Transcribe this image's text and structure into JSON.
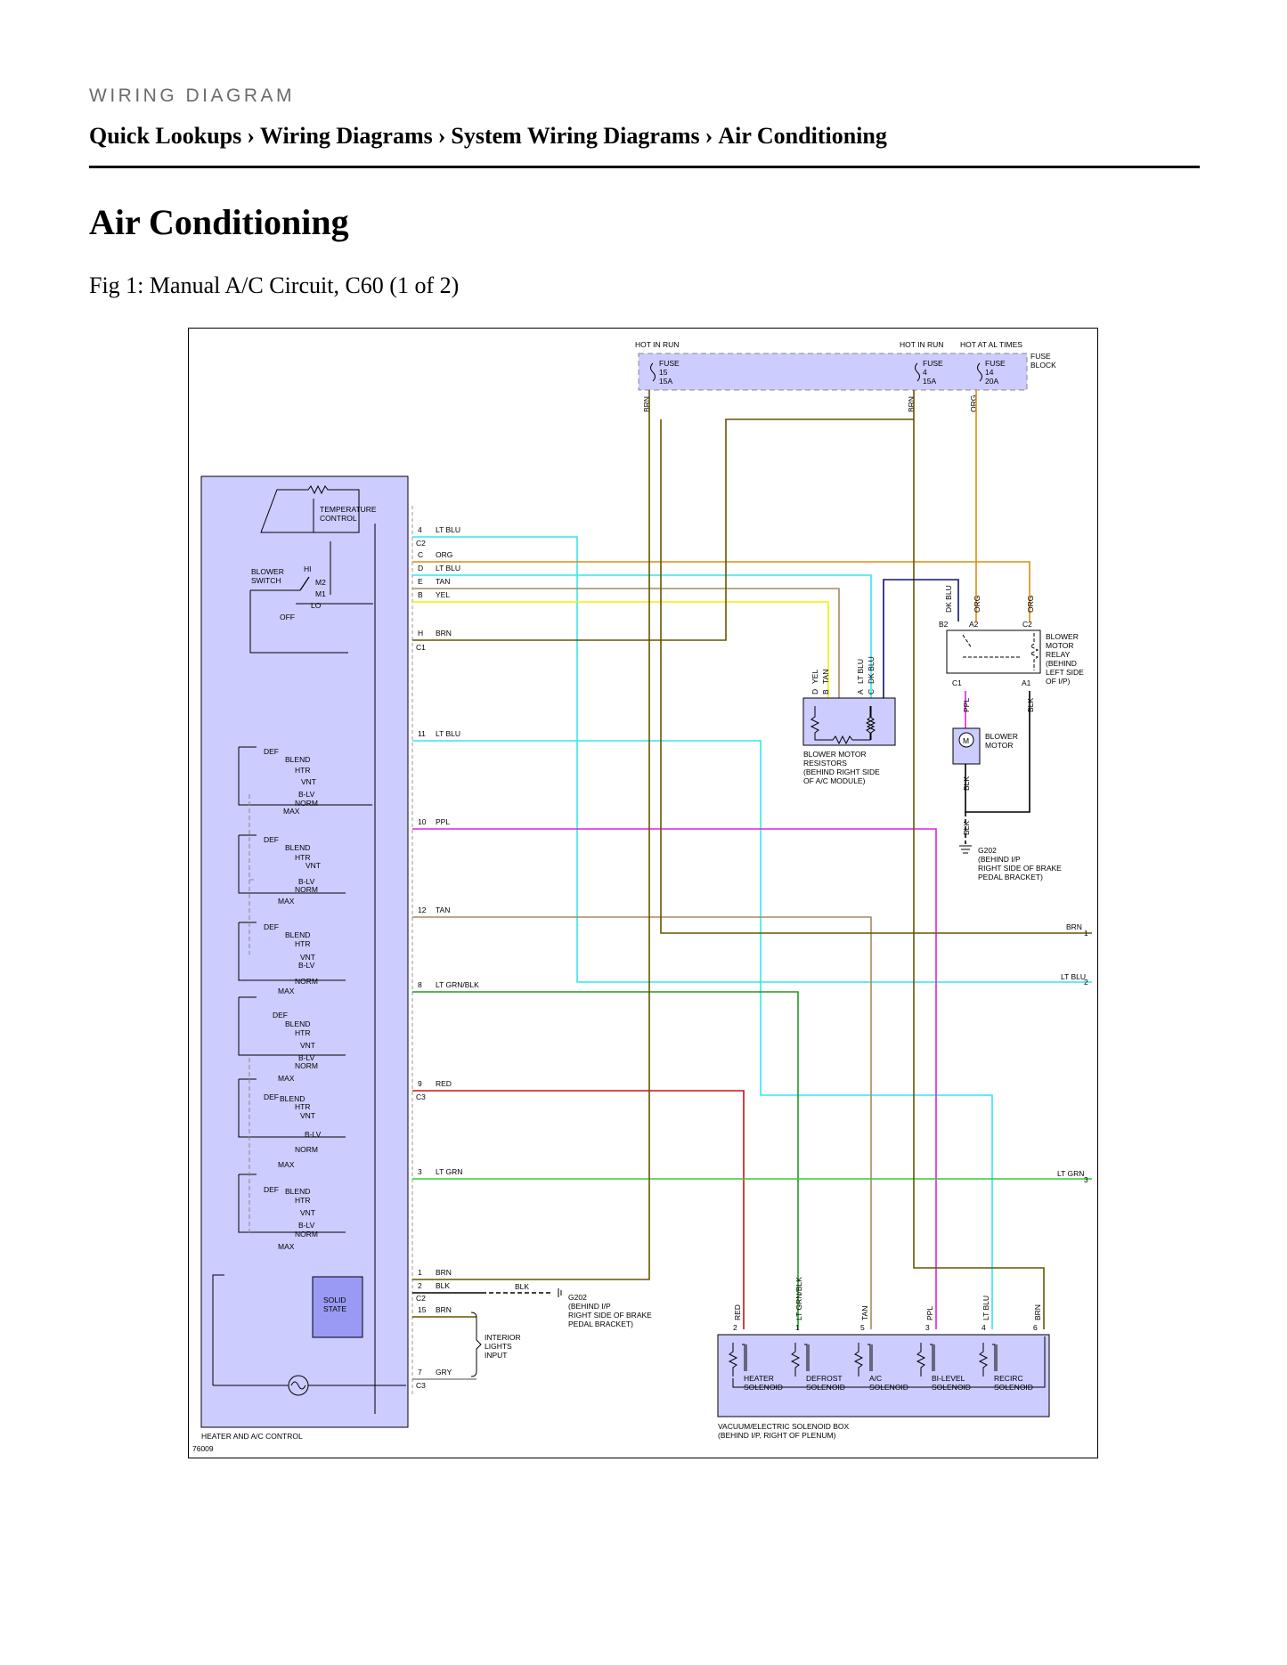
{
  "header": {
    "kicker": "WIRING DIAGRAM",
    "breadcrumb": [
      "Quick Lookups",
      "Wiring Diagrams",
      "System Wiring Diagrams",
      "Air Conditioning"
    ],
    "separator": "›"
  },
  "page_title": "Air Conditioning",
  "figure_caption": "Fig 1: Manual A/C Circuit, C60 (1 of 2)",
  "diagram": {
    "figure_id": "76009",
    "power": {
      "hot_in_run_1": "HOT IN RUN",
      "hot_in_run_2": "HOT IN RUN",
      "hot_at_all_times": "HOT AT AL TIMES",
      "fuse_block": [
        "FUSE",
        "BLOCK"
      ],
      "fuses": [
        {
          "lines": [
            "FUSE",
            "15",
            "15A"
          ]
        },
        {
          "lines": [
            "FUSE",
            "4",
            "15A"
          ]
        },
        {
          "lines": [
            "FUSE",
            "14",
            "20A"
          ]
        }
      ],
      "feed_wires": [
        "BRN",
        "BRN",
        "ORG"
      ]
    },
    "control": {
      "name": "HEATER AND A/C CONTROL",
      "temperature_control": [
        "TEMPERATURE",
        "CONTROL"
      ],
      "blower_switch": [
        "BLOWER",
        "SWITCH"
      ],
      "blower_positions": [
        "HI",
        "M2",
        "M1",
        "LO",
        "OFF"
      ],
      "mode_switch_labels": [
        "DEF",
        "BLEND",
        "HTR",
        "VNT",
        "B-LV",
        "NORM",
        "MAX"
      ],
      "solid_state": [
        "SOLID",
        "STATE"
      ]
    },
    "connector_pins": [
      {
        "pin": "4",
        "wire": "LT BLU",
        "conn": "C2"
      },
      {
        "pin": "C",
        "wire": "ORG"
      },
      {
        "pin": "D",
        "wire": "LT BLU"
      },
      {
        "pin": "E",
        "wire": "TAN"
      },
      {
        "pin": "B",
        "wire": "YEL"
      },
      {
        "pin": "H",
        "wire": "BRN",
        "conn": "C1"
      },
      {
        "pin": "11",
        "wire": "LT BLU"
      },
      {
        "pin": "10",
        "wire": "PPL"
      },
      {
        "pin": "12",
        "wire": "TAN"
      },
      {
        "pin": "8",
        "wire": "LT GRN/BLK"
      },
      {
        "pin": "9",
        "wire": "RED",
        "conn": "C3"
      },
      {
        "pin": "3",
        "wire": "LT GRN"
      },
      {
        "pin": "1",
        "wire": "BRN"
      },
      {
        "pin": "2",
        "wire": "BLK",
        "conn": "C2"
      },
      {
        "pin": "15",
        "wire": "BRN"
      },
      {
        "pin": "7",
        "wire": "GRY",
        "conn": "C3"
      }
    ],
    "blower_resistors": {
      "label": [
        "BLOWER MOTOR",
        "RESISTORS",
        "(BEHIND RIGHT SIDE",
        "OF A/C MODULE)"
      ],
      "pins": [
        {
          "pin": "D",
          "wire": "YEL"
        },
        {
          "pin": "B",
          "wire": "TAN"
        },
        {
          "pin": "A",
          "wire": "LT BLU"
        },
        {
          "pin": "C",
          "wire": "DK BLU"
        }
      ]
    },
    "blower_relay": {
      "label": [
        "BLOWER",
        "MOTOR",
        "RELAY",
        "(BEHIND",
        "LEFT SIDE",
        "OF I/P)"
      ],
      "pins": [
        "B2",
        "A2",
        "C2",
        "C1",
        "A1"
      ],
      "wires_top": [
        "DK BLU",
        "ORG",
        "ORG"
      ],
      "wires_bottom": [
        "PPL",
        "BLK"
      ]
    },
    "blower_motor": {
      "label": [
        "BLOWER",
        "MOTOR"
      ],
      "symbol": "M",
      "ground_wires": [
        "BLK",
        "BLK"
      ]
    },
    "ground_g202_right": [
      "G202",
      "(BEHIND I/P",
      "RIGHT SIDE OF BRAKE",
      "PEDAL BRACKET)"
    ],
    "ground_g202_left": [
      "G202",
      "(BEHIND I/P",
      "RIGHT SIDE OF BRAKE",
      "PEDAL BRACKET)"
    ],
    "ground_wire_label": "BLK",
    "interior_lights": [
      "INTERIOR",
      "LIGHTS",
      "INPUT"
    ],
    "right_outputs": [
      {
        "wire": "BRN",
        "num": "1"
      },
      {
        "wire": "LT BLU",
        "num": "2"
      },
      {
        "wire": "LT GRN",
        "num": "3"
      }
    ],
    "solenoid_box": {
      "label": [
        "VACUUM/ELECTRIC SOLENOID BOX",
        "(BEHIND I/P, RIGHT OF PLENUM)"
      ],
      "wires": [
        {
          "wire": "RED",
          "pin": "2"
        },
        {
          "wire": "LT GRN/BLK",
          "pin": "1"
        },
        {
          "wire": "TAN",
          "pin": "5"
        },
        {
          "wire": "PPL",
          "pin": "3"
        },
        {
          "wire": "LT BLU",
          "pin": "4"
        },
        {
          "wire": "BRN",
          "pin": "6"
        }
      ],
      "solenoids": [
        [
          "HEATER",
          "SOLENOID"
        ],
        [
          "DEFROST",
          "SOLENOID"
        ],
        [
          "A/C",
          "SOLENOID"
        ],
        [
          "BI-LEVEL",
          "SOLENOID"
        ],
        [
          "RECIRC",
          "SOLENOID"
        ]
      ]
    },
    "colors": {
      "module_fill": "#ccccff",
      "brn": "#665500",
      "lt_blu": "#33e6ee",
      "org": "#e08a10",
      "tan": "#a88a60",
      "yel": "#f0f000",
      "dk_blu": "#14146e",
      "ppl": "#dd22dd",
      "lt_grn_blk": "#229922",
      "red": "#cc1111",
      "lt_grn": "#33cc33",
      "blk": "#000000",
      "gry": "#888888"
    }
  }
}
